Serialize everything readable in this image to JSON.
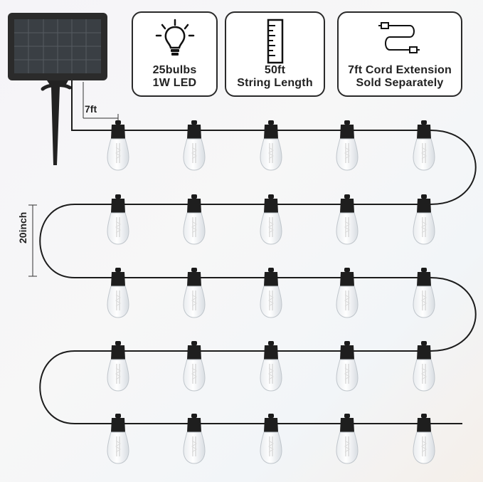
{
  "features": [
    {
      "icon": "bulb-icon",
      "line1": "25bulbs",
      "line2": "1W LED"
    },
    {
      "icon": "ruler-icon",
      "line1": "50ft",
      "line2": "String Length"
    },
    {
      "icon": "cord-icon",
      "line1": "7ft Cord Extension",
      "line2": "Sold Separately"
    }
  ],
  "dimensions": {
    "lead_length": "7ft",
    "row_spacing": "20inch"
  },
  "bulbs": {
    "rows": 5,
    "per_row": 5,
    "total": 25
  },
  "colors": {
    "cord": "#1c1c1c",
    "card_border": "#2a2a2a",
    "panel": "#2a2a2a"
  }
}
